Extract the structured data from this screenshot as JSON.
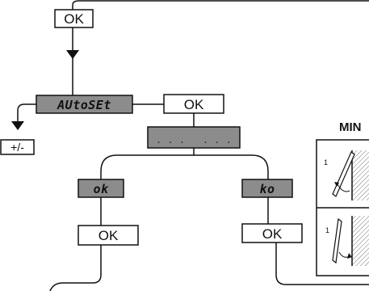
{
  "diagram": {
    "ok_top": "OK",
    "autoset_display": "AUtoSEt",
    "ok_mid": "OK",
    "pending_display": ". . .   . . .",
    "plus_minus": "+/-",
    "result_ok_display": "ok",
    "result_ko_display": "ko",
    "ok_left": "OK",
    "ok_right": "OK",
    "panel_title": "MIN",
    "panel_label_1": "1",
    "panel_label_2": "1"
  },
  "colors": {
    "line": "#111111",
    "lcd_fill": "#8c8c8c",
    "box_fill": "#ffffff"
  }
}
